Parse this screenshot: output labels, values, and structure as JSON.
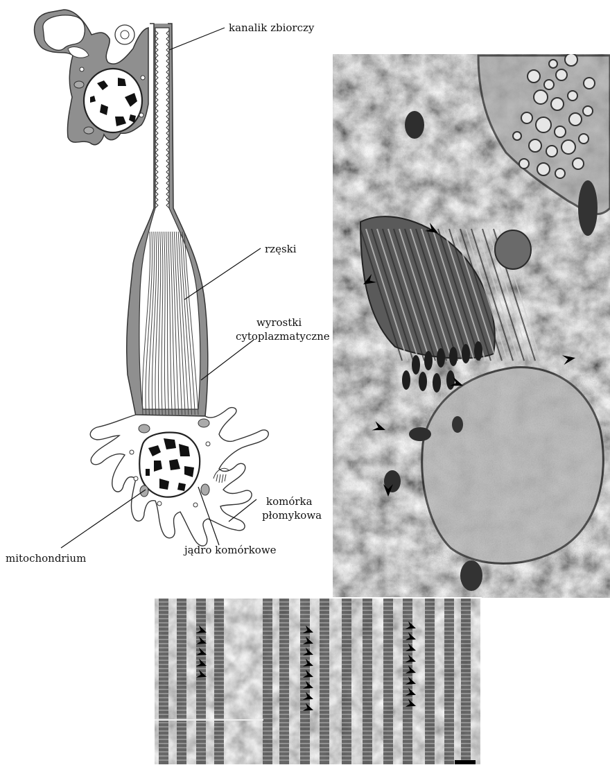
{
  "diagram": {
    "labels": {
      "collecting_duct": "kanalik zbiorczy",
      "cilia": "rzęski",
      "cytoplasmic_processes_1": "wyrostki",
      "cytoplasmic_processes_2": "cytoplazmatyczne",
      "flame_cell_1": "komórka",
      "flame_cell_2": "płomykowa",
      "mitochondrium": "mitochondrium",
      "nucleus": "jądro komórkowe"
    }
  },
  "colors": {
    "cytoplasm": "#8f8f8f",
    "membrane": "#3a3a3a",
    "chromatin": "#111111",
    "micrograph_dark": "#2e2e2e",
    "micrograph_light": "#bdbdbd"
  }
}
